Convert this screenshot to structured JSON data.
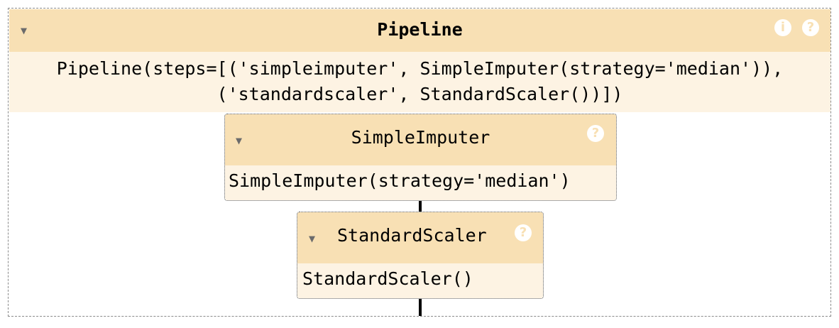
{
  "pipeline": {
    "title": "Pipeline",
    "repr_line1": "Pipeline(steps=[('simpleimputer', SimpleImputer(strategy='median')),",
    "repr_line2": "('standardscaler', StandardScaler())])",
    "toggle_icon": "triangle-down",
    "info_icon": "info-icon",
    "help_icon": "question-icon",
    "info_glyph": "i",
    "help_glyph": "?"
  },
  "steps": [
    {
      "title": "SimpleImputer",
      "repr": "SimpleImputer(strategy='median')",
      "help_glyph": "?"
    },
    {
      "title": "StandardScaler",
      "repr": "StandardScaler()",
      "help_glyph": "?"
    }
  ],
  "colors": {
    "header_bg": "#f8e0b4",
    "body_bg": "#fdf3e3",
    "border": "#8a8a8a"
  },
  "caret_glyph": "▼"
}
